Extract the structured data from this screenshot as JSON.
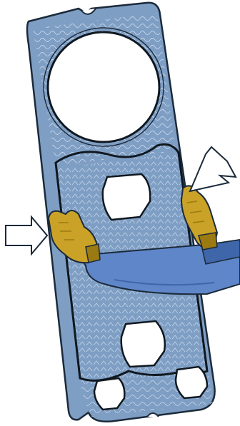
{
  "figure": {
    "subject": "heat-exchanger-plate-handling",
    "plate": {
      "fill": "#7f9ec4",
      "fill_light": "#a9c0dc",
      "outline": "#1b2a3a",
      "pattern": "#c9d9ec",
      "gasket": "#0f1820"
    },
    "gloves": {
      "fill": "#c9a227",
      "shade": "#9c7a12"
    },
    "sleeve": {
      "fill": "#5f86c9",
      "shade": "#3f66a8"
    },
    "arrows": [
      {
        "name": "left-push-arrow",
        "direction": "right"
      },
      {
        "name": "right-push-arrow",
        "direction": "down-left"
      }
    ]
  }
}
